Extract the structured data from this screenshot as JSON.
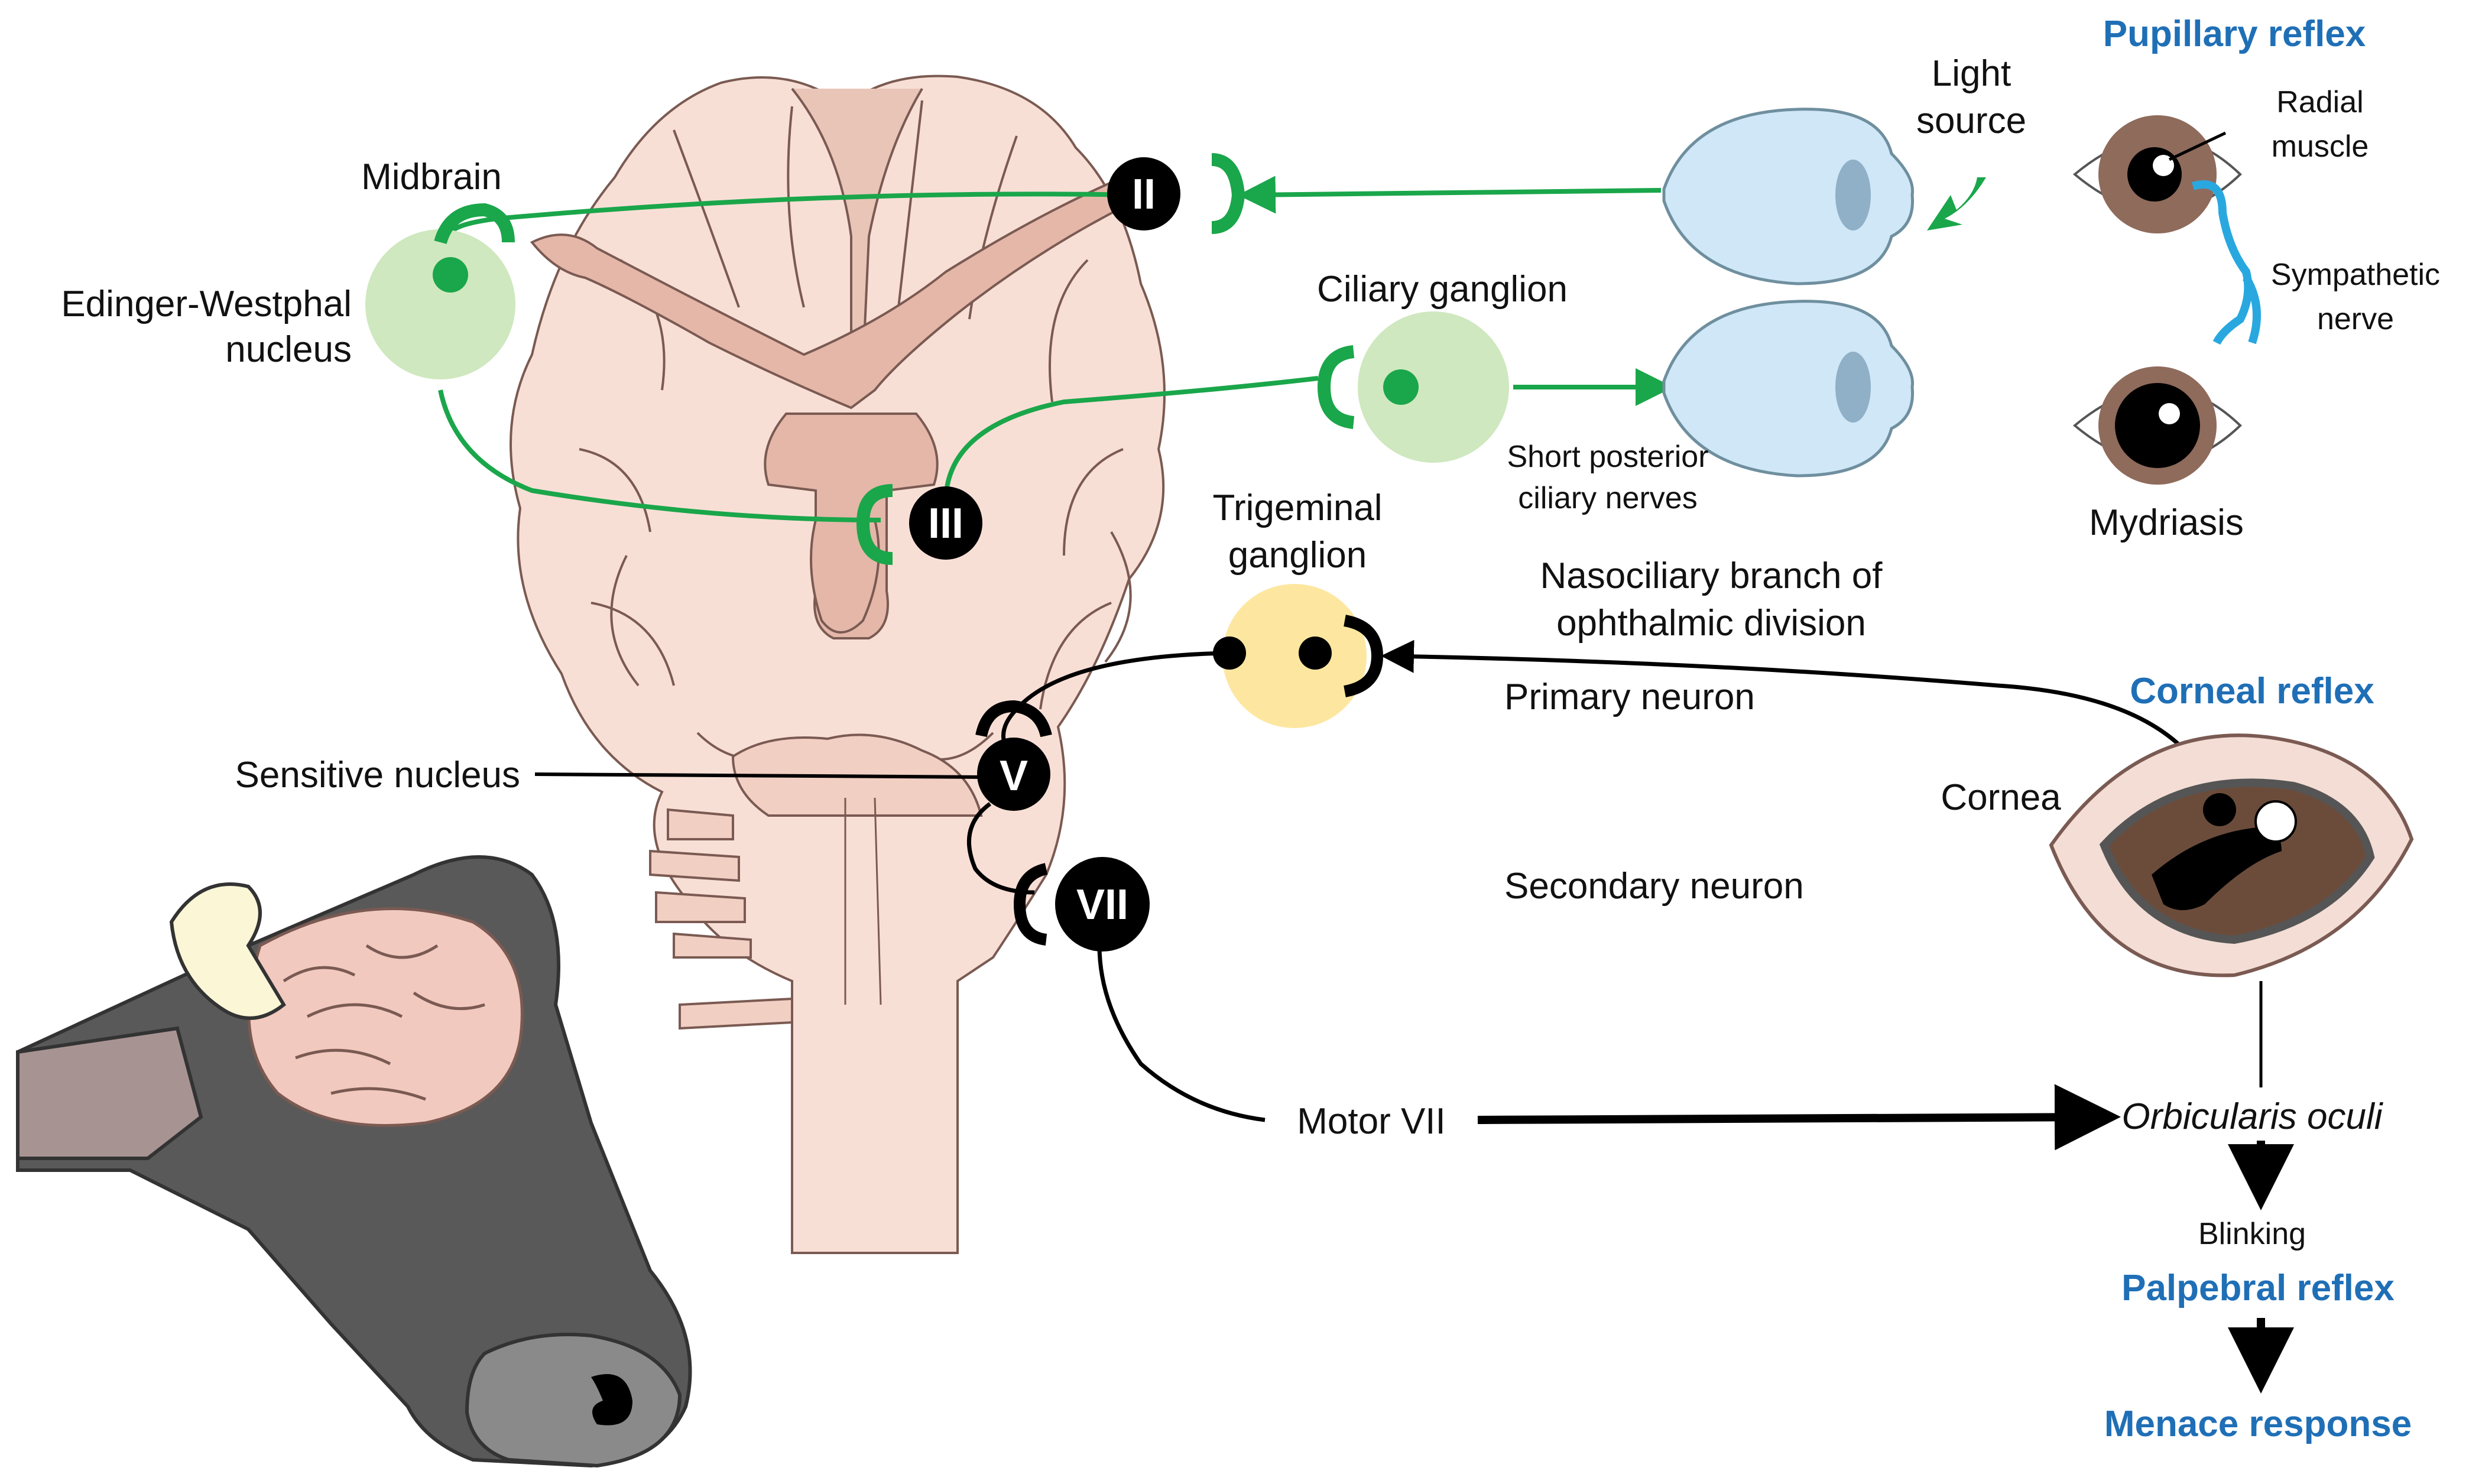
{
  "labels": {
    "midbrain": "Midbrain",
    "edinger_1": "Edinger-Westphal",
    "edinger_2": "nucleus",
    "light_1": "Light",
    "light_2": "source",
    "pupillary_reflex": "Pupillary reflex",
    "radial_1": "Radial",
    "radial_2": "muscle",
    "sympathetic_1": "Sympathetic",
    "sympathetic_2": "nerve",
    "mydriasis": "Mydriasis",
    "ciliary_ganglion": "Ciliary ganglion",
    "short_posterior_1": "Short posterior",
    "short_posterior_2": "ciliary nerves",
    "trigeminal_1": "Trigeminal",
    "trigeminal_2": "ganglion",
    "nasociliary_1": "Nasociliary branch of",
    "nasociliary_2": "ophthalmic division",
    "primary_neuron": "Primary neuron",
    "corneal_reflex": "Corneal reflex",
    "cornea": "Cornea",
    "sensitive_nucleus": "Sensitive nucleus",
    "secondary_neuron": "Secondary neuron",
    "motor_vii": "Motor VII",
    "orbicularis": "Orbicularis oculi",
    "blinking": "Blinking",
    "palpebral_reflex": "Palpebral reflex",
    "menace_response": "Menace response"
  },
  "nerves": {
    "ii": "II",
    "iii": "III",
    "v": "V",
    "vii": "VII"
  },
  "colors": {
    "green_pathway": "#1aa64a",
    "black_pathway": "#000000",
    "blue_title": "#1f6fb6",
    "sympathetic": "#29a8e0",
    "brain_fill": "#f8dfd6",
    "midbrain_nucleus": "#cfe8bf",
    "trigeminal_ganglion": "#fde7a0",
    "eyeball": "#cfe7f7",
    "iris": "#8f6b5c",
    "cow_head": "#595959"
  }
}
